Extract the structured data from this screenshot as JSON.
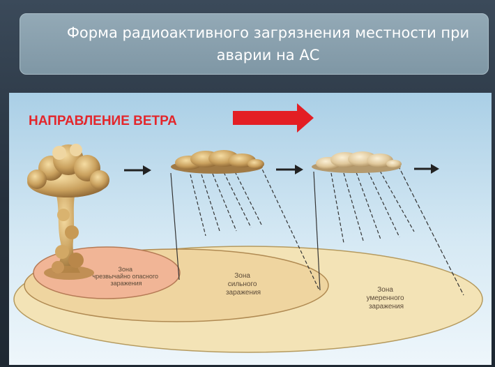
{
  "title": "Форма  радиоактивного загрязнения местности при аварии на АС",
  "wind_label": "НАПРАВЛЕНИЕ ВЕТРА",
  "zones": {
    "extreme": [
      "Зона",
      "чрезвычайно опасного",
      "заражения"
    ],
    "strong": [
      "Зона",
      "сильного",
      "заражения"
    ],
    "moderate": [
      "Зона",
      "умеренного",
      "заражения"
    ]
  },
  "colors": {
    "wind_text": "#e3262b",
    "wind_arrow": "#e31e24",
    "sky_top": "#aacfe6",
    "sky_bottom": "#eef6fb",
    "zone_outer": "#f3e3b6",
    "zone_middle": "#efd5a0",
    "zone_inner": "#f1b596"
  }
}
